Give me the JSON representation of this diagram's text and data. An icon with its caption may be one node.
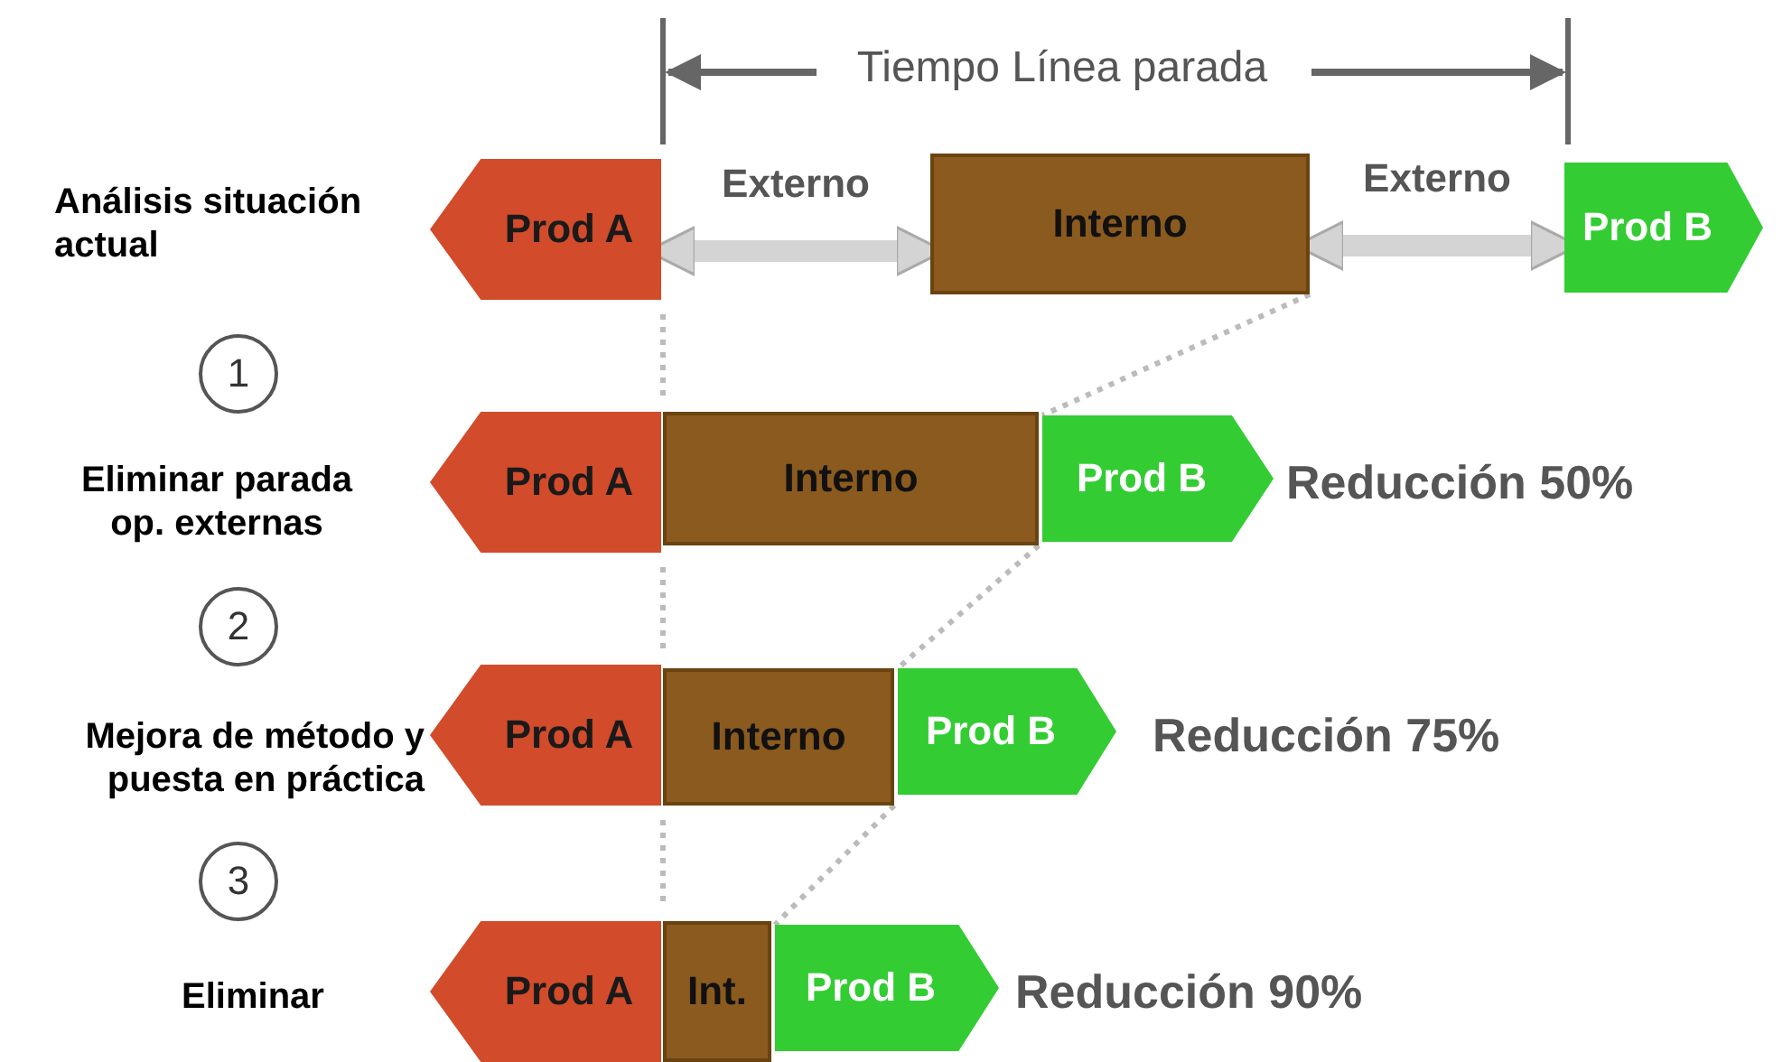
{
  "diagram": {
    "nodes": [
      {
        "text": [
          "Prod A"
        ]
      },
      {
        "text": [
          "Interno"
        ]
      },
      {
        "text": [
          "Prod B"
        ]
      },
      {
        "text": [
          "1"
        ]
      },
      {
        "text": [
          "Prod A"
        ]
      },
      {
        "text": [
          "Interno"
        ]
      },
      {
        "text": [
          "Prod B"
        ]
      },
      {
        "text": [
          "2"
        ]
      },
      {
        "text": [
          "Prod A"
        ]
      },
      {
        "text": [
          "Interno"
        ]
      },
      {
        "text": [
          "Prod B"
        ]
      },
      {
        "text": [
          "3"
        ]
      },
      {
        "text": [
          "Prod A"
        ]
      },
      {
        "text": [
          "Int."
        ]
      },
      {
        "text": [
          "Prod B"
        ]
      }
    ],
    "edges": [
      {
        "from": 0,
        "to": 1,
        "arrow": "both",
        "label": "Externo",
        "style": "thick"
      },
      {
        "from": 1,
        "to": 2,
        "arrow": "both",
        "label": "Externo",
        "style": "thick"
      },
      {
        "from": 1,
        "to": 6,
        "arrow": "none",
        "style": "dashed"
      },
      {
        "from": 5,
        "to": 10,
        "arrow": "none",
        "style": "dashed"
      },
      {
        "from": 9,
        "to": 14,
        "arrow": "none",
        "style": "dashed"
      }
    ],
    "labels": [
      "Tiempo Línea parada",
      "Análisis situación actual",
      "Eliminar parada op. externas",
      "Reducción 50%",
      "Mejora de método y puesta en práctica",
      "Reducción 75%",
      "Eliminar",
      "Reducción 90%"
    ]
  }
}
